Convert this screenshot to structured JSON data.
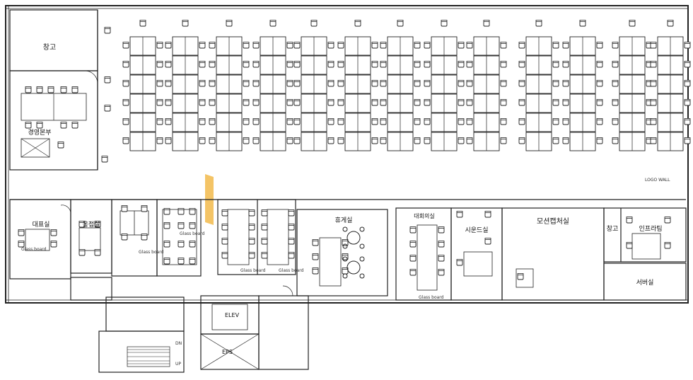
{
  "rooms": {
    "storage_nw": "창고",
    "management": "경영본부",
    "ceo": "대표실",
    "reception": "응접실",
    "lounge": "휴게실",
    "conference": "대회의실",
    "showroom": "시운드실",
    "mo_room": "모션캡처실",
    "storage_e": "창고",
    "infra": "인프라팀",
    "server": "서버실"
  },
  "notes": {
    "glass1": "Glass board",
    "glass2": "Glass board",
    "glass3": "Glass board",
    "glass4": "Glass board",
    "glass5": "Glass board",
    "glass6": "Glass board",
    "logo_wall": "LOGO WALL",
    "elev": "ELEV",
    "eps": "EPS",
    "dn": "DN",
    "up": "UP"
  },
  "colors": {
    "wall": "#222222",
    "accent": "#f4c466"
  }
}
